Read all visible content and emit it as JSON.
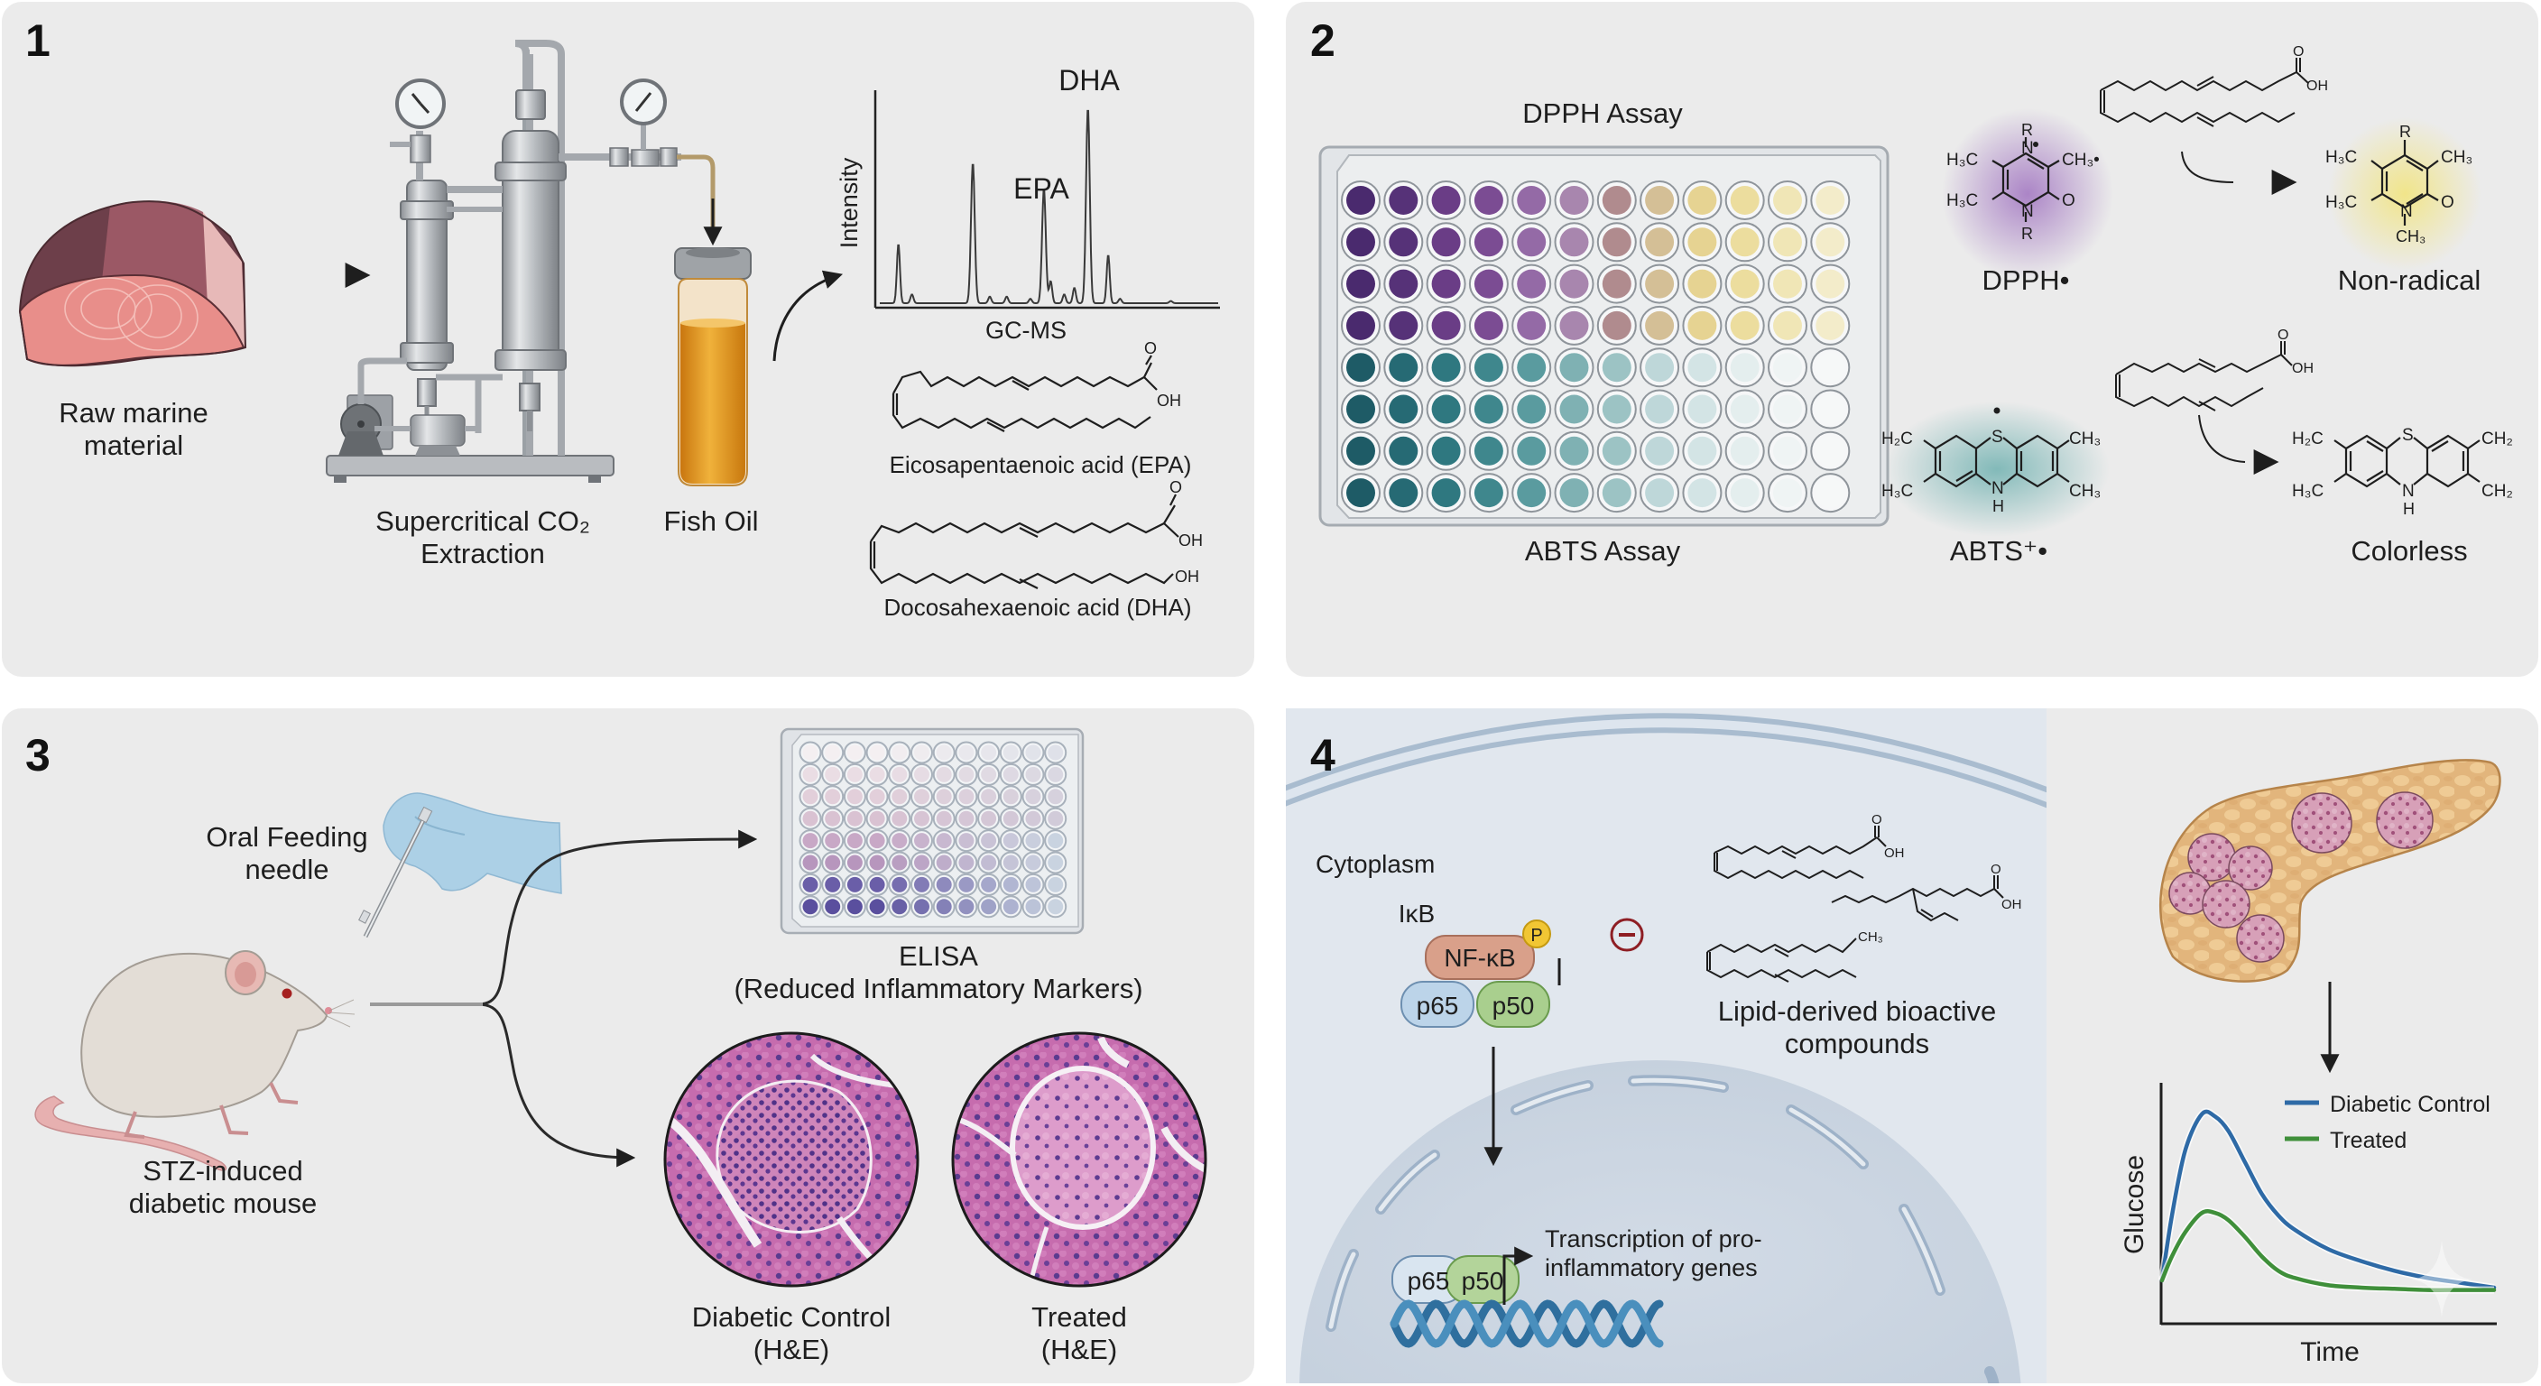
{
  "figure": {
    "panels": [
      {
        "number": "1",
        "labels": {
          "raw_material": [
            "Raw marine",
            "material"
          ],
          "extraction": [
            "Supercritical CO₂",
            "Extraction"
          ],
          "fish_oil": "Fish Oil",
          "epa_name": "Eicosapentaenoic acid (EPA)",
          "dha_name": "Docosahexaenoic acid (DHA)",
          "chem_oh": "OH",
          "chem_o": "O"
        }
      },
      {
        "number": "2",
        "labels": {
          "dpph_assay": "DPPH Assay",
          "abts_assay": "ABTS Assay",
          "dpph_radical": "DPPH•",
          "non_radical": "Non-radical",
          "abts_radical": "ABTS⁺•",
          "colorless": "Colorless"
        },
        "chem": {
          "r": "R",
          "n": "N",
          "o": "O",
          "s": "S",
          "h": "H",
          "oh": "OH",
          "h3c": "H₃C",
          "ch3": "CH₃",
          "h2c": "H₂C",
          "ch2": "CH₂",
          "ch3_radical": "CH₃•"
        },
        "plate": {
          "rows": 8,
          "cols": 12,
          "dpph_row_colors": [
            "#4a2a6e",
            "#563278",
            "#6a3d86",
            "#7b4c93",
            "#946aa6",
            "#a886ae",
            "#b08b8e",
            "#d4bf96",
            "#e6d392",
            "#ecdd9e",
            "#f0e6b6",
            "#f3ecca"
          ],
          "abts_row_colors": [
            "#1e5b66",
            "#266a74",
            "#2f7880",
            "#3f878d",
            "#5a9b9f",
            "#7fb1b3",
            "#9cc3c4",
            "#bed7d9",
            "#d3e4e5",
            "#e4eeee",
            "#eff4f4",
            "#f6f8f8"
          ]
        }
      },
      {
        "number": "3",
        "labels": {
          "oral_feeding": [
            "Oral Feeding",
            "needle"
          ],
          "mouse": [
            "STZ-induced",
            "diabetic mouse"
          ],
          "elisa": "ELISA",
          "elisa_sub": "(Reduced Inflammatory Markers)",
          "diabetic_control": [
            "Diabetic Control",
            "(H&E)"
          ],
          "treated": [
            "Treated",
            "(H&E)"
          ]
        },
        "elisa_plate": {
          "rows": 8,
          "cols": 12,
          "row_top_colors": [
            "#f4eff1",
            "#eadde4",
            "#e2cfda",
            "#d9c2d2",
            "#c8a8c6",
            "#b796bd",
            "#6a5ea8",
            "#5a4f9e"
          ],
          "row_fade_to": "#c9d3e0"
        }
      },
      {
        "number": "4",
        "labels": {
          "cytoplasm": "Cytoplasm",
          "ikb": "IκB",
          "nfkb": "NF-κB",
          "phospho": "P",
          "p65": "p65",
          "p50": "p50",
          "inhibit_symbol": "⊖",
          "lipids": [
            "Lipid-derived bioactive",
            "compounds"
          ],
          "transcription": [
            "Transcription of pro-",
            "inflammatory genes"
          ],
          "ch3": "CH₃",
          "oh": "OH",
          "o": "O"
        }
      }
    ]
  },
  "chart_data": [
    {
      "type": "line",
      "title": "GC-MS",
      "xlabel": "GC-MS",
      "ylabel": "Intensity",
      "grid": false,
      "x_range": [
        0,
        100
      ],
      "ylim": [
        0,
        100
      ],
      "baseline": 8,
      "peaks": [
        {
          "x": 5.5,
          "height": 35,
          "label": ""
        },
        {
          "x": 9.5,
          "height": 12,
          "label": ""
        },
        {
          "x": 27.5,
          "height": 72,
          "label": ""
        },
        {
          "x": 32.5,
          "height": 11,
          "label": ""
        },
        {
          "x": 37.5,
          "height": 11,
          "label": ""
        },
        {
          "x": 44.5,
          "height": 10,
          "label": ""
        },
        {
          "x": 48.5,
          "height": 60,
          "label": "EPA"
        },
        {
          "x": 50.5,
          "height": 18,
          "label": ""
        },
        {
          "x": 54.5,
          "height": 12,
          "label": ""
        },
        {
          "x": 57.5,
          "height": 15,
          "label": ""
        },
        {
          "x": 61.5,
          "height": 97,
          "label": "DHA"
        },
        {
          "x": 67.5,
          "height": 30,
          "label": ""
        },
        {
          "x": 71,
          "height": 10,
          "label": ""
        },
        {
          "x": 86,
          "height": 9,
          "label": ""
        }
      ],
      "annotations": [
        "EPA",
        "DHA"
      ]
    },
    {
      "type": "line",
      "title": "",
      "xlabel": "Time",
      "ylabel": "Glucose",
      "grid": false,
      "legend": "top-right",
      "x_range": [
        0,
        100
      ],
      "ylim": [
        0,
        100
      ],
      "x": [
        0,
        3,
        7,
        12,
        16,
        20,
        25,
        30,
        35,
        40,
        50,
        60,
        70,
        80,
        90,
        100
      ],
      "series": [
        {
          "name": "Diabetic Control",
          "color": "#2e6aa6",
          "values": [
            18,
            45,
            72,
            87,
            86,
            80,
            67,
            54,
            45,
            39,
            31,
            26,
            22,
            19,
            17,
            15
          ]
        },
        {
          "name": "Treated",
          "color": "#3f8f3a",
          "values": [
            18,
            28,
            38,
            46,
            46,
            43,
            36,
            28,
            22,
            19,
            16,
            15,
            14.5,
            14,
            14,
            14
          ]
        }
      ]
    }
  ]
}
